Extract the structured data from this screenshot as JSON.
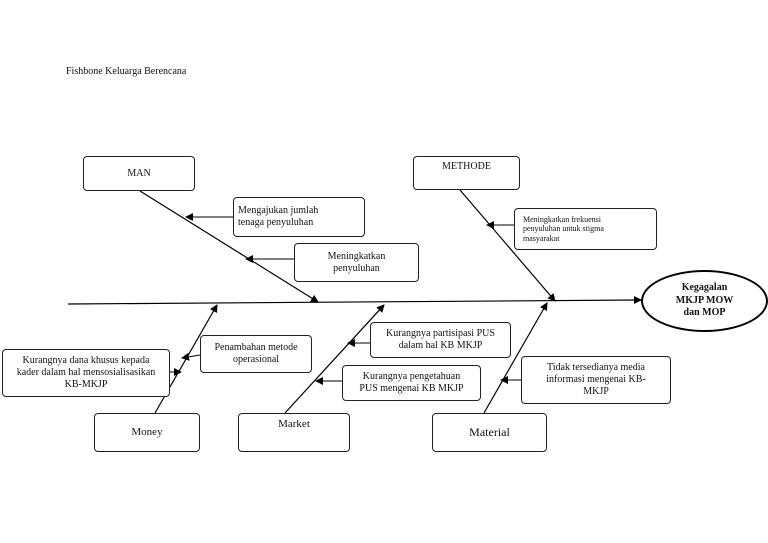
{
  "title": "Fishbone Keluarga Berencana",
  "effect": {
    "line1": "Kegagalan",
    "line2": "MKJP MOW",
    "line3": "dan MOP"
  },
  "categories": {
    "man": "MAN",
    "methode": "METHODE",
    "money": "Money",
    "market": "Market",
    "material": "Material"
  },
  "causes": {
    "man_1": {
      "line1": "Mengajukan jumlah",
      "line2": "tenaga penyuluhan"
    },
    "man_2": {
      "line1": "Meningkatkan",
      "line2": "penyuluhan"
    },
    "methode_1": {
      "line1": "Meningkatkan frekuensi",
      "line2": "penyuluhan untuk stigma",
      "line3": "masyarakat"
    },
    "money_1": {
      "line1": "Penambahan metode",
      "line2": "operasional"
    },
    "money_2": {
      "line1": "Kurangnya dana khusus kepada",
      "line2": "kader dalam hal mensosialisasikan",
      "line3": "KB-MKJP"
    },
    "market_1": {
      "line1": "Kurangnya partisipasi PUS",
      "line2": "dalam hal KB MKJP"
    },
    "market_2": {
      "line1": "Kurangnya pengetahuan",
      "line2": "PUS mengenai KB MKJP"
    },
    "material_1": {
      "line1": "Tidak tersedianya media",
      "line2": "informasi mengenai KB-",
      "line3": "MKJP"
    }
  }
}
